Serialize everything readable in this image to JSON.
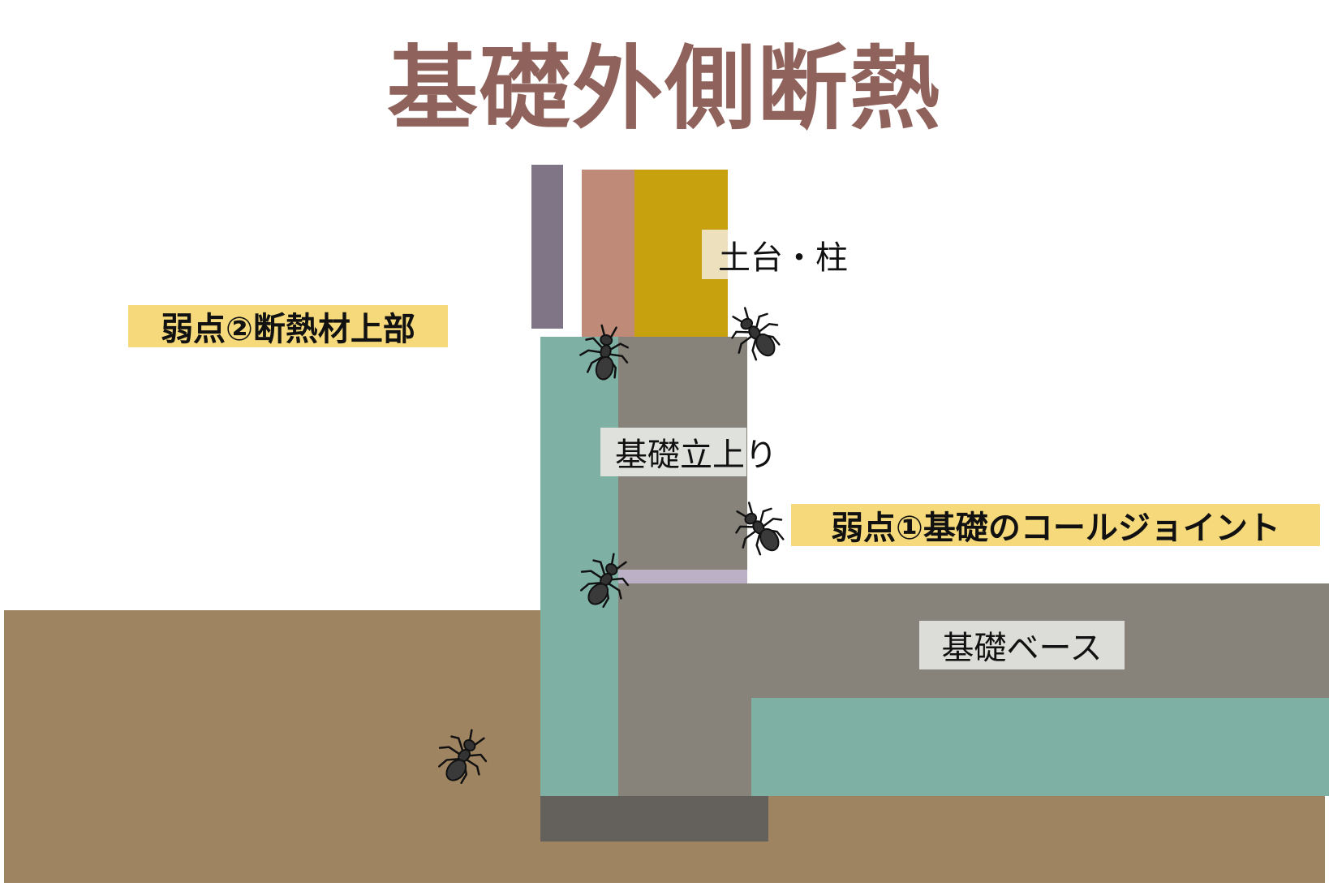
{
  "title": "基礎外側断熱",
  "labels": {
    "sill_post": "土台・柱",
    "weak_point_2": "弱点②断熱材上部",
    "foundation_riser": "基礎立上り",
    "weak_point_1": "弱点①基礎のコールジョイント",
    "foundation_base": "基礎ベース"
  },
  "colors": {
    "title": "#8f625c",
    "ground": "#9f8461",
    "insulation": "#7fb0a4",
    "concrete": "#87837b",
    "footing": "#64615c",
    "sill": "#c8a20e",
    "siding": "#bf8b78",
    "exterior_board": "#7f7586",
    "cold_joint": "#bbb0c6",
    "highlight": "#f5d97a"
  }
}
